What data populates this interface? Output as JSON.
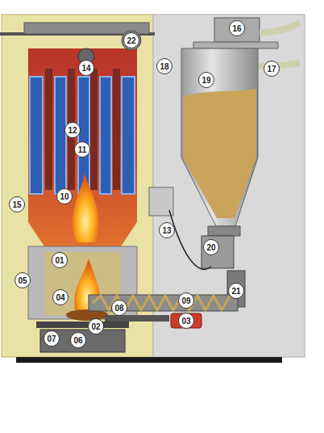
{
  "diagram": {
    "labels": [
      "22",
      "14",
      "18",
      "16",
      "17",
      "19",
      "12",
      "11",
      "10",
      "15",
      "13",
      "01",
      "05",
      "04",
      "20",
      "21",
      "08",
      "09",
      "02",
      "03",
      "07",
      "06"
    ]
  }
}
